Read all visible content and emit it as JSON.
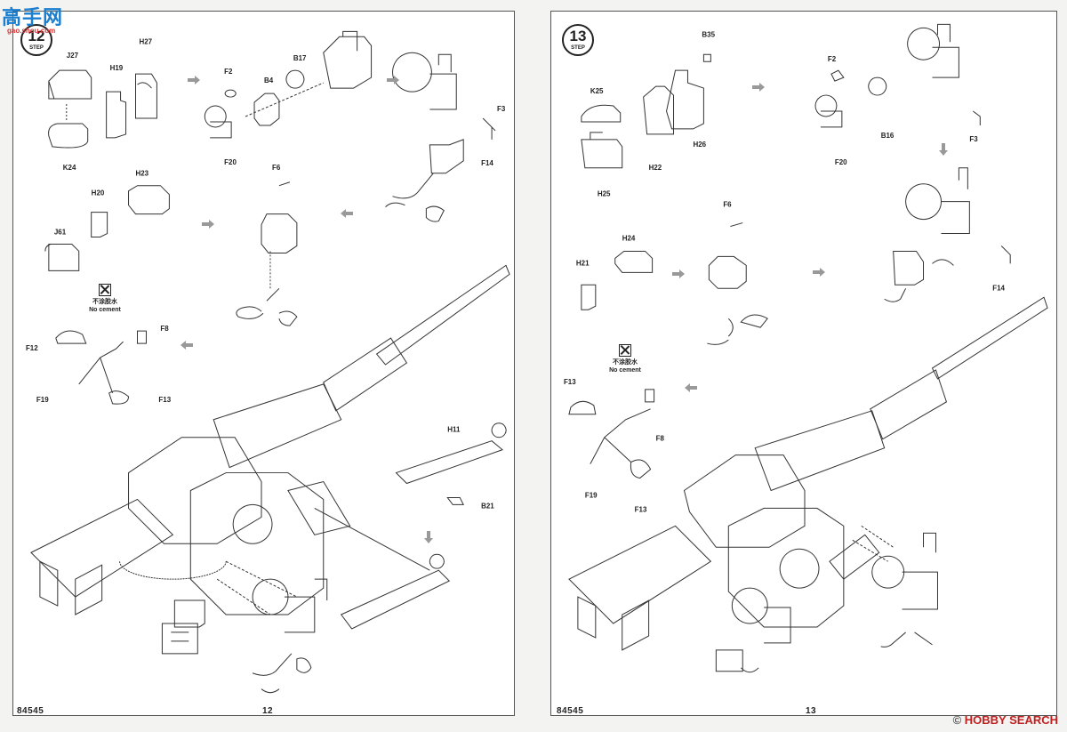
{
  "watermark": {
    "site_cn": "高手网",
    "site_url": "gao.shou.com",
    "bottom_prefix": "©",
    "bottom_brand": "HOBBY SEARCH"
  },
  "left_page": {
    "step_number": "12",
    "step_word": "STEP",
    "catalog_number": "84545",
    "page_number": "12",
    "no_cement": {
      "cn": "不涂胶水",
      "en": "No cement"
    },
    "labels": {
      "J27": "J27",
      "H27": "H27",
      "H19": "H19",
      "K24": "K24",
      "F2": "F2",
      "B4": "B4",
      "B17": "B17",
      "F20": "F20",
      "F3": "F3",
      "F14": "F14",
      "H20": "H20",
      "H23": "H23",
      "J61": "J61",
      "F6": "F6",
      "F8": "F8",
      "F12": "F12",
      "F19": "F19",
      "F13": "F13",
      "H11": "H11",
      "B21": "B21"
    }
  },
  "right_page": {
    "step_number": "13",
    "step_word": "STEP",
    "catalog_number": "84545",
    "page_number": "13",
    "no_cement": {
      "cn": "不涂胶水",
      "en": "No cement"
    },
    "labels": {
      "B35": "B35",
      "K25": "K25",
      "H22": "H22",
      "H26": "H26",
      "H25": "H25",
      "F2": "F2",
      "F20": "F20",
      "B16": "B16",
      "F3": "F3",
      "F6": "F6",
      "H24": "H24",
      "H21": "H21",
      "F14": "F14",
      "F13": "F13",
      "F8": "F8",
      "F19": "F19",
      "F13b": "F13"
    }
  }
}
